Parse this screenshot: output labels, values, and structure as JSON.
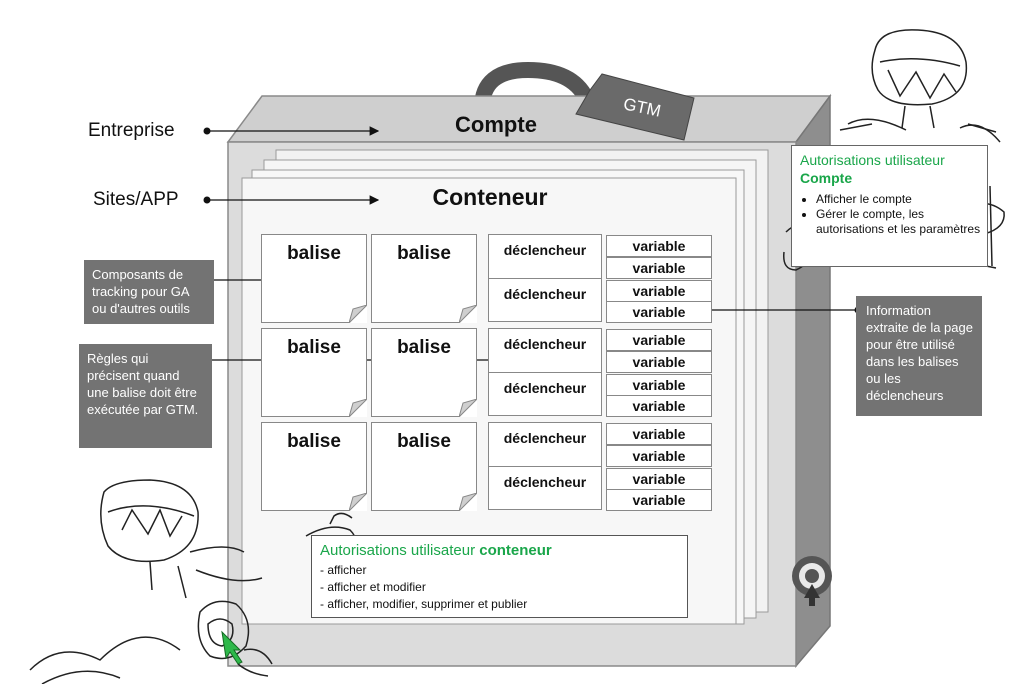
{
  "tag": {
    "label": "GTM"
  },
  "left_labels": {
    "entreprise": "Entreprise",
    "sites": "Sites/APP"
  },
  "titles": {
    "compte": "Compte",
    "conteneur": "Conteneur"
  },
  "cards": [
    "balise",
    "balise",
    "balise",
    "balise",
    "balise",
    "balise"
  ],
  "triggers": [
    "déclencheur",
    "déclencheur",
    "déclencheur",
    "déclencheur",
    "déclencheur",
    "déclencheur"
  ],
  "variables": [
    "variable",
    "variable",
    "variable",
    "variable",
    "variable",
    "variable",
    "variable",
    "variable",
    "variable",
    "variable",
    "variable",
    "variable"
  ],
  "callouts": {
    "composants": "Composants de tracking pour GA ou d'autres outils",
    "regles": "Règles qui précisent quand une balise doit être exécutée par GTM.",
    "information": "Information extraite de la page pour être utilisé dans les balises ou les déclencheurs"
  },
  "account_permissions": {
    "title": "Autorisations utilisateur",
    "subtitle": "Compte",
    "items": [
      "Afficher le compte",
      "Gérer le compte, les autorisations et les paramètres"
    ]
  },
  "container_permissions": {
    "title": "Autorisations utilisateur",
    "title_bold": "conteneur",
    "items": [
      "- afficher",
      "- afficher et modifier",
      "- afficher, modifier, supprimer et publier"
    ]
  },
  "colors": {
    "green": "#1aa64a",
    "callout_gray": "#737373",
    "box_light": "#d9d9d9",
    "box_dark": "#8c8c8c"
  }
}
